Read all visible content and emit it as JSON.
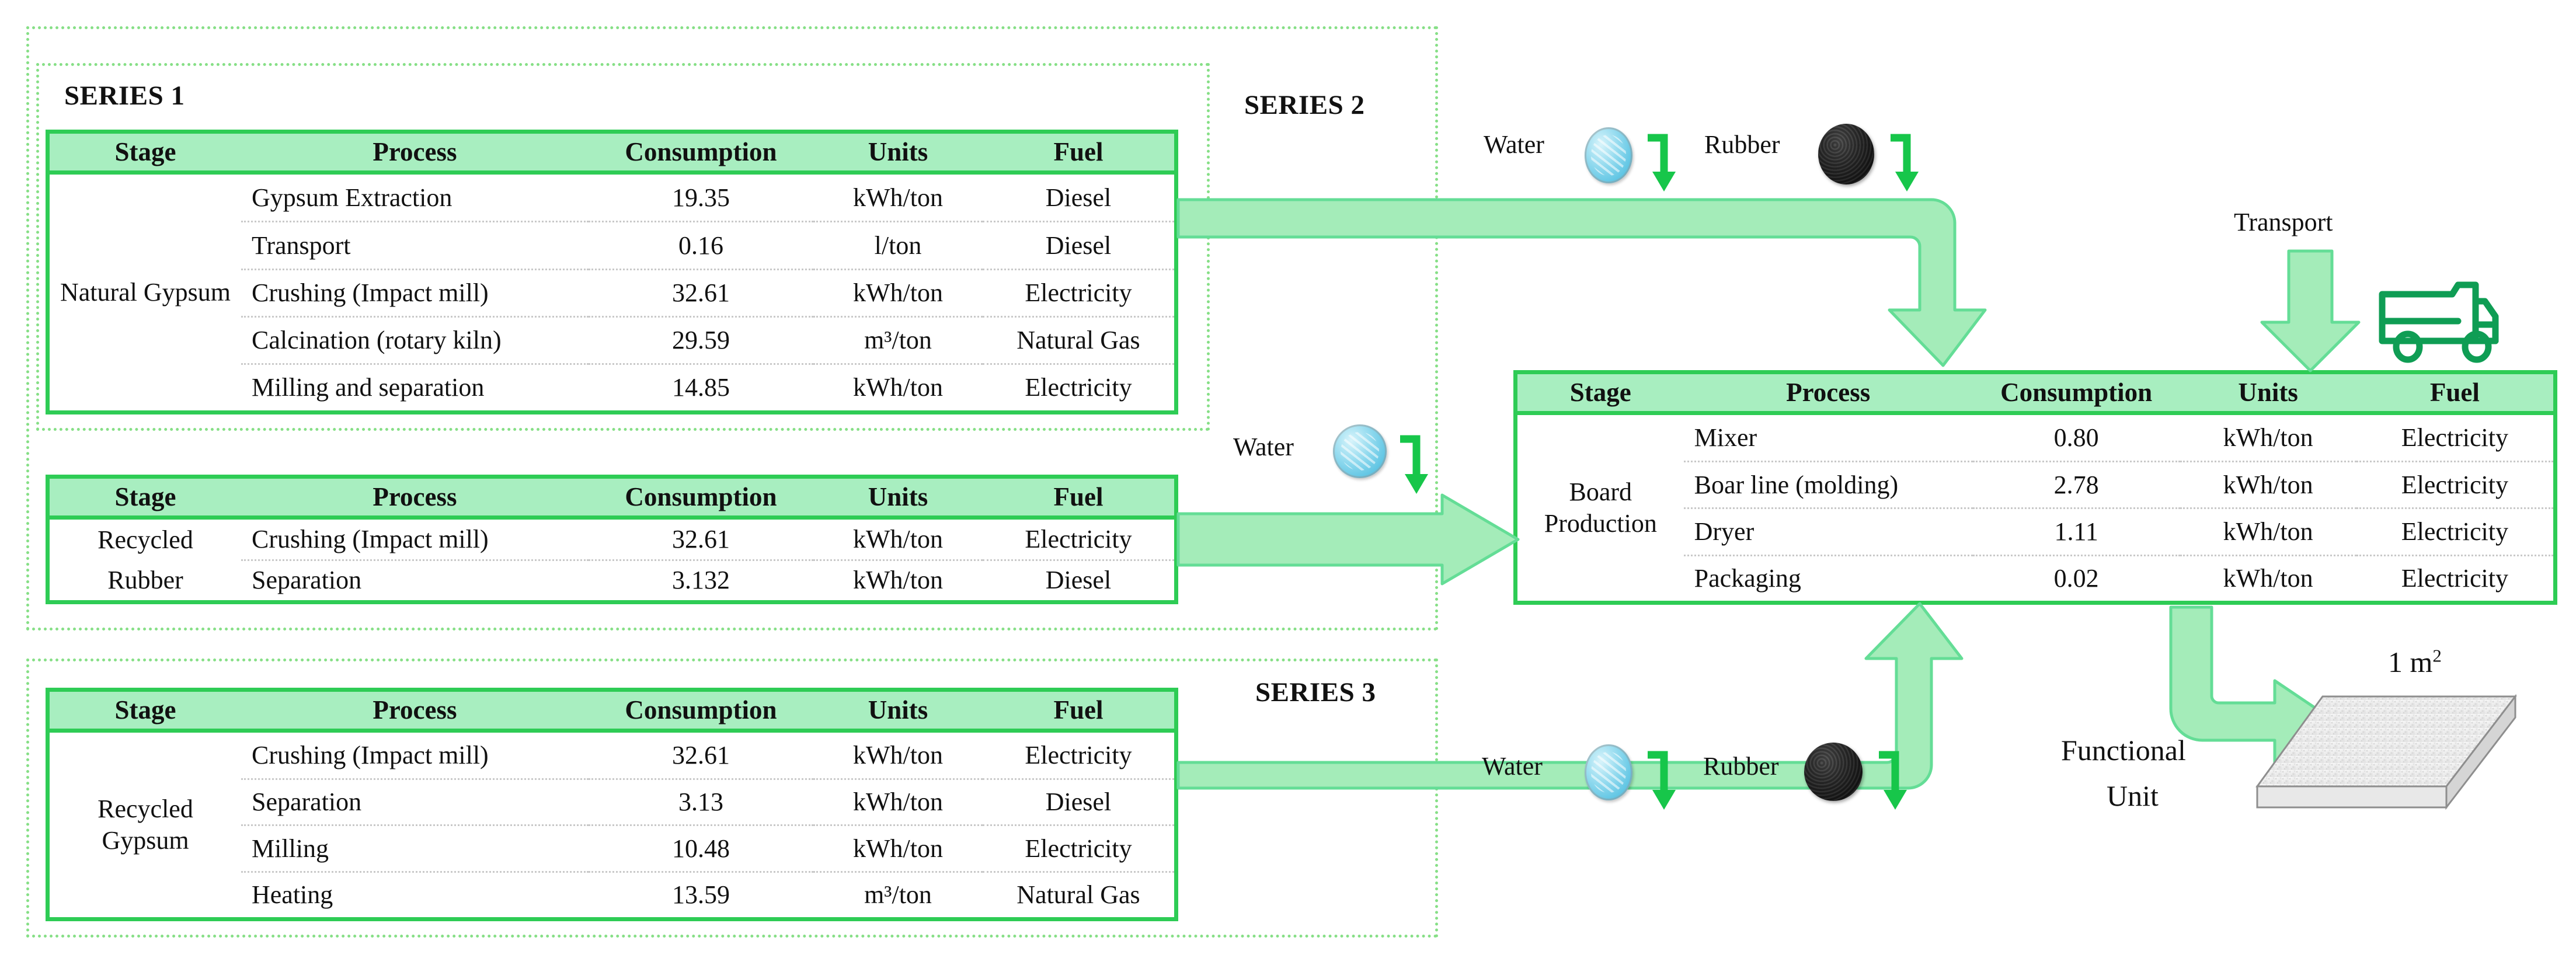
{
  "diagram": {
    "title": "Gypsum board life cycle inventory flow diagram",
    "colors": {
      "table_border": "#2ecc55",
      "header_fill": "#a8eec0",
      "dotted_group": "#86df86",
      "flow_arrow_fill": "#a4ecb9",
      "flow_arrow_stroke": "#5fd98a",
      "hook_arrow": "#17c64a",
      "truck": "#0f9d54",
      "water_blob": "#8fd9ee",
      "rubber_blob": "#1b1b1b"
    }
  },
  "groups": {
    "series1": {
      "label": "SERIES 1"
    },
    "series2": {
      "label": "SERIES 2"
    },
    "series3": {
      "label": "SERIES 3"
    }
  },
  "columns": [
    "Stage",
    "Process",
    "Consumption",
    "Units",
    "Fuel"
  ],
  "tables": {
    "natural_gypsum": {
      "name": "Natural Gypsum",
      "stage": "Natural Gypsum",
      "columns": [
        "Stage",
        "Process",
        "Consumption",
        "Units",
        "Fuel"
      ],
      "rows": [
        {
          "process": "Gypsum Extraction",
          "consumption": "19.35",
          "units": "kWh/ton",
          "fuel": "Diesel"
        },
        {
          "process": "Transport",
          "consumption": "0.16",
          "units": "l/ton",
          "fuel": "Diesel"
        },
        {
          "process": "Crushing (Impact mill)",
          "consumption": "32.61",
          "units": "kWh/ton",
          "fuel": "Electricity"
        },
        {
          "process": "Calcination (rotary kiln)",
          "consumption": "29.59",
          "units": "m³/ton",
          "fuel": "Natural Gas"
        },
        {
          "process": "Milling and separation",
          "consumption": "14.85",
          "units": "kWh/ton",
          "fuel": "Electricity"
        }
      ]
    },
    "recycled_rubber": {
      "name": "Recycled Rubber",
      "stage": "Recycled Rubber",
      "columns": [
        "Stage",
        "Process",
        "Consumption",
        "Units",
        "Fuel"
      ],
      "rows": [
        {
          "process": "Crushing (Impact mill)",
          "consumption": "32.61",
          "units": "kWh/ton",
          "fuel": "Electricity"
        },
        {
          "process": "Separation",
          "consumption": "3.132",
          "units": "kWh/ton",
          "fuel": "Diesel"
        }
      ]
    },
    "recycled_gypsum": {
      "name": "Recycled Gypsum",
      "stage": "Recycled Gypsum",
      "columns": [
        "Stage",
        "Process",
        "Consumption",
        "Units",
        "Fuel"
      ],
      "rows": [
        {
          "process": "Crushing (Impact mill)",
          "consumption": "32.61",
          "units": "kWh/ton",
          "fuel": "Electricity"
        },
        {
          "process": "Separation",
          "consumption": "3.13",
          "units": "kWh/ton",
          "fuel": "Diesel"
        },
        {
          "process": "Milling",
          "consumption": "10.48",
          "units": "kWh/ton",
          "fuel": "Electricity"
        },
        {
          "process": "Heating",
          "consumption": "13.59",
          "units": "m³/ton",
          "fuel": "Natural Gas"
        }
      ]
    },
    "board_production": {
      "name": "Board Production",
      "stage": "Board Production",
      "columns": [
        "Stage",
        "Process",
        "Consumption",
        "Units",
        "Fuel"
      ],
      "rows": [
        {
          "process": "Mixer",
          "consumption": "0.80",
          "units": "kWh/ton",
          "fuel": "Electricity"
        },
        {
          "process": "Boar line (molding)",
          "consumption": "2.78",
          "units": "kWh/ton",
          "fuel": "Electricity"
        },
        {
          "process": "Dryer",
          "consumption": "1.11",
          "units": "kWh/ton",
          "fuel": "Electricity"
        },
        {
          "process": "Packaging",
          "consumption": "0.02",
          "units": "kWh/ton",
          "fuel": "Electricity"
        }
      ]
    }
  },
  "annotations": {
    "water_top": "Water",
    "rubber_top": "Rubber",
    "water_mid": "Water",
    "water_bottom": "Water",
    "rubber_bottom": "Rubber",
    "transport": "Transport",
    "functional_unit": "Functional Unit",
    "functional_unit_line1": "Functional",
    "functional_unit_line2": "Unit",
    "area": "1 m",
    "area_exponent": "2"
  }
}
